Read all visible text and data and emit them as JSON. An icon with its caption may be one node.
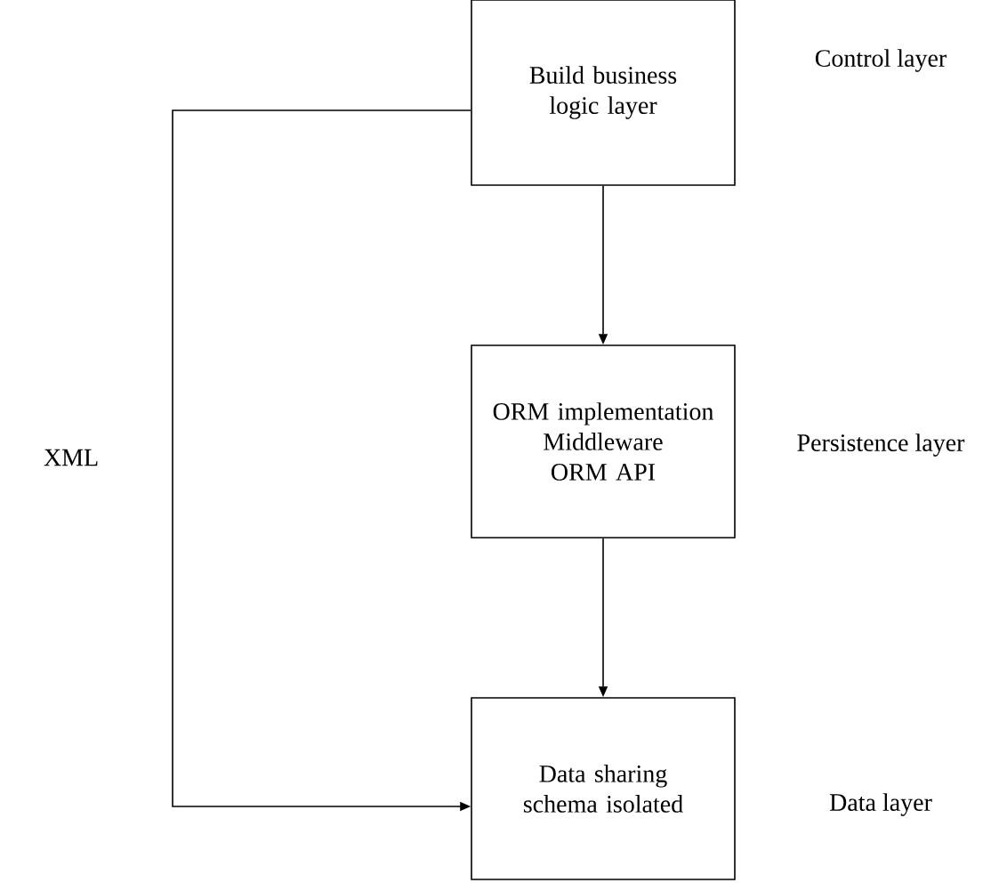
{
  "diagram": {
    "nodes": [
      {
        "text": [
          "Build business logic layer"
        ]
      },
      {
        "text": [
          "ORM implementation",
          "Middleware",
          "ORM API"
        ]
      },
      {
        "text": [
          "Data sharing schema isolated"
        ]
      }
    ],
    "edges": [
      {
        "from": 0,
        "to": 1,
        "arrow": "to"
      },
      {
        "from": 1,
        "to": 2,
        "arrow": "to"
      },
      {
        "from": 0,
        "to": 2,
        "arrow": "to",
        "label": "XML"
      }
    ],
    "labels": [
      "Control layer",
      "Persistence layer",
      "Data layer"
    ]
  }
}
